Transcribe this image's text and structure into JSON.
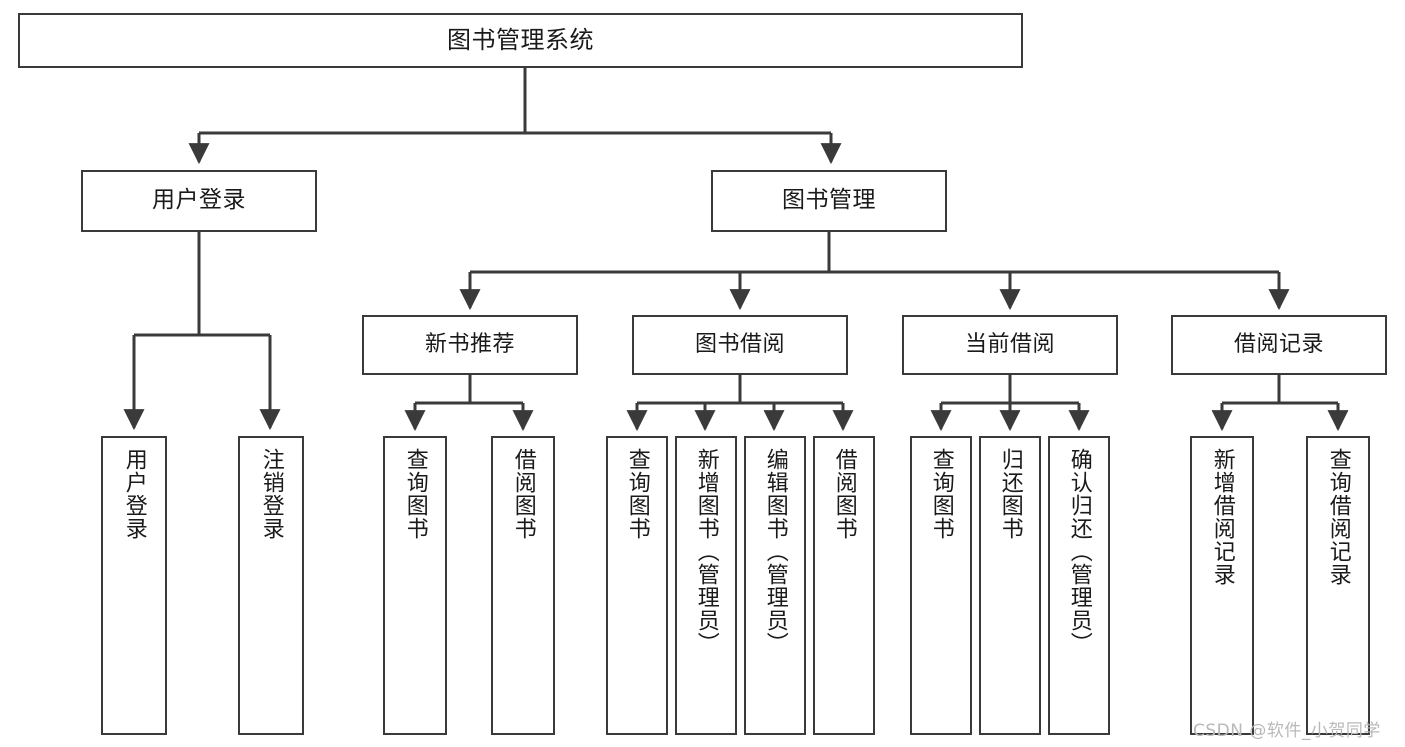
{
  "diagram": {
    "title": "图书管理系统",
    "type": "tree-hierarchy-chart",
    "colors": {
      "box_border": "#3a3a3a",
      "box_fill": "#ffffff",
      "edge": "#3a3a3a",
      "text": "#1a1a1a",
      "watermark": "#b9b9b9"
    },
    "nodes": {
      "root": {
        "label": "图书管理系统"
      },
      "level2": [
        {
          "id": "user-login",
          "label": "用户登录"
        },
        {
          "id": "book-management",
          "label": "图书管理"
        }
      ],
      "level3": [
        {
          "id": "new-book-recommend",
          "label": "新书推荐"
        },
        {
          "id": "book-borrow",
          "label": "图书借阅"
        },
        {
          "id": "current-borrow",
          "label": "当前借阅"
        },
        {
          "id": "borrow-record",
          "label": "借阅记录"
        }
      ],
      "leaves": {
        "user_login": [
          {
            "id": "leaf-user-login",
            "label": "用户登录"
          },
          {
            "id": "leaf-logout",
            "label": "注销登录"
          }
        ],
        "new_book_recommend": [
          {
            "id": "leaf-query-book-1",
            "label": "查询图书"
          },
          {
            "id": "leaf-borrow-book-1",
            "label": "借阅图书"
          }
        ],
        "book_borrow": [
          {
            "id": "leaf-query-book-2",
            "label": "查询图书"
          },
          {
            "id": "leaf-add-book",
            "label": "新增图书（管理员）"
          },
          {
            "id": "leaf-edit-book",
            "label": "编辑图书（管理员）"
          },
          {
            "id": "leaf-borrow-book-2",
            "label": "借阅图书"
          }
        ],
        "current_borrow": [
          {
            "id": "leaf-query-book-3",
            "label": "查询图书"
          },
          {
            "id": "leaf-return-book",
            "label": "归还图书"
          },
          {
            "id": "leaf-confirm-return",
            "label": "确认归还（管理员）"
          }
        ],
        "borrow_record": [
          {
            "id": "leaf-add-record",
            "label": "新增借阅记录"
          },
          {
            "id": "leaf-query-record",
            "label": "查询借阅记录"
          }
        ]
      }
    },
    "watermark": "CSDN @软件_小贺同学"
  }
}
